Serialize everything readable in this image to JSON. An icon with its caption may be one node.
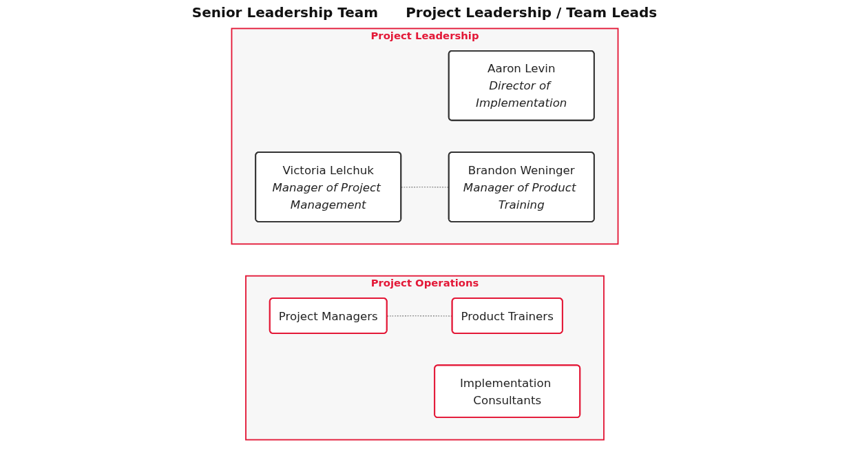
{
  "diagram": {
    "nodes": [
      {
        "text": [
          "Project Leadership"
        ]
      },
      {
        "text": [
          "Aaron Levin",
          "Director of Implementation"
        ],
        "in": 0
      },
      {
        "text": [
          "Victoria Lelchuk",
          "Manager of Project Management"
        ],
        "in": 0
      },
      {
        "text": [
          "Brandon Weninger",
          "Manager of Product Training"
        ],
        "in": 0
      },
      {
        "text": [
          "Project Operations"
        ]
      },
      {
        "text": [
          "Project Managers"
        ],
        "in": 4
      },
      {
        "text": [
          "Implementation Consultants"
        ],
        "in": 4
      },
      {
        "text": [
          "Product Trainers"
        ],
        "in": 4
      }
    ],
    "edges": [
      {
        "from": 2,
        "to": 3,
        "arrow": "none",
        "style": "dashed"
      },
      {
        "from": 5,
        "to": 7,
        "arrow": "none",
        "style": "dashed"
      }
    ],
    "labels": [
      "Senior Leadership Team",
      "Project Leadership / Team Leads"
    ]
  }
}
